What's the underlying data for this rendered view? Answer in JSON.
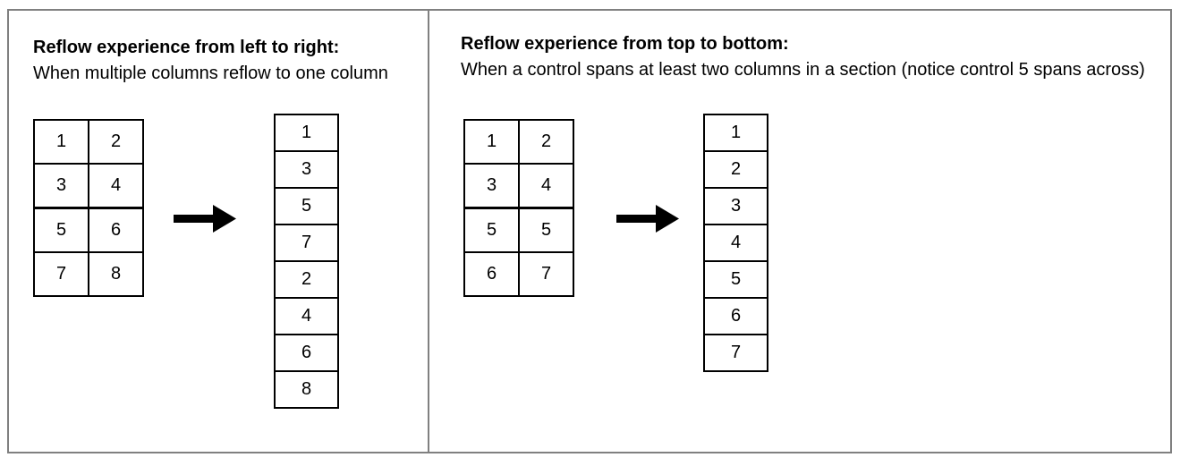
{
  "panels": [
    {
      "title": "Reflow experience from left to right:",
      "subtitle": "When multiple columns reflow to one column",
      "source_grid": {
        "columns": 2,
        "rows": [
          [
            "1",
            "2"
          ],
          [
            "3",
            "4"
          ],
          [
            "5",
            "6"
          ],
          [
            "7",
            "8"
          ]
        ],
        "thick_border_after_row": 2
      },
      "result_column": [
        "1",
        "3",
        "5",
        "7",
        "2",
        "4",
        "6",
        "8"
      ]
    },
    {
      "title": "Reflow experience from top to bottom:",
      "subtitle": "When a control spans at least two columns in a section (notice control 5 spans across)",
      "source_grid": {
        "columns": 2,
        "rows": [
          [
            "1",
            "2"
          ],
          [
            "3",
            "4"
          ],
          [
            "5",
            "5"
          ],
          [
            "6",
            "7"
          ]
        ],
        "thick_border_after_row": 2
      },
      "result_column": [
        "1",
        "2",
        "3",
        "4",
        "5",
        "6",
        "7"
      ]
    }
  ],
  "icons": {
    "arrow": "right-arrow-icon"
  },
  "colors": {
    "frame_border": "#808080",
    "grid_border": "#000000",
    "arrow": "#000000",
    "background": "#ffffff",
    "text": "#000000"
  }
}
